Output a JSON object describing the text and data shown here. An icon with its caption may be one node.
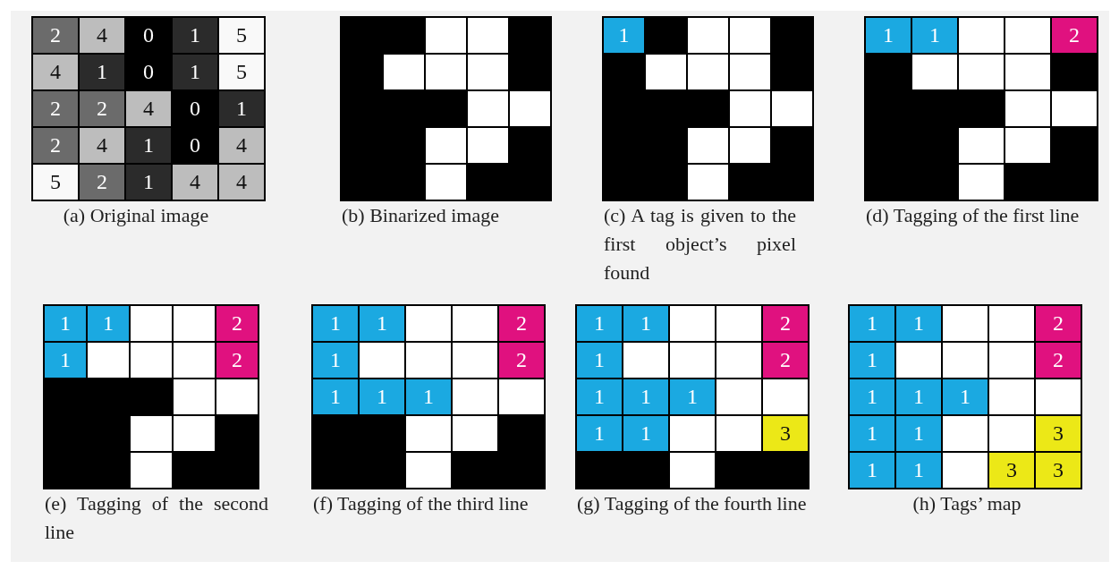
{
  "diagram": {
    "labels": [
      "2",
      "4",
      "0",
      "1",
      "5",
      "4",
      "1",
      "0",
      "1",
      "5",
      "2",
      "2",
      "4",
      "0",
      "1",
      "2",
      "4",
      "1",
      "0",
      "4",
      "5",
      "2",
      "1",
      "4",
      "4",
      "(a) Original image",
      "(b) Binarized image",
      "1",
      "(c) A tag is given to the first object’s pixel found",
      "1",
      "1",
      "2",
      "(d) Tagging of the first line",
      "1",
      "1",
      "2",
      "1",
      "2",
      "(e) Tagging of the second line",
      "1",
      "1",
      "2",
      "1",
      "2",
      "1",
      "1",
      "1",
      "(f) Tagging of the third line",
      "1",
      "1",
      "2",
      "1",
      "2",
      "1",
      "1",
      "1",
      "1",
      "1",
      "3",
      "(g) Tagging of the fourth line",
      "1",
      "1",
      "2",
      "1",
      "2",
      "1",
      "1",
      "1",
      "1",
      "1",
      "3",
      "1",
      "1",
      "3",
      "3",
      "(h) Tags’ map"
    ]
  }
}
